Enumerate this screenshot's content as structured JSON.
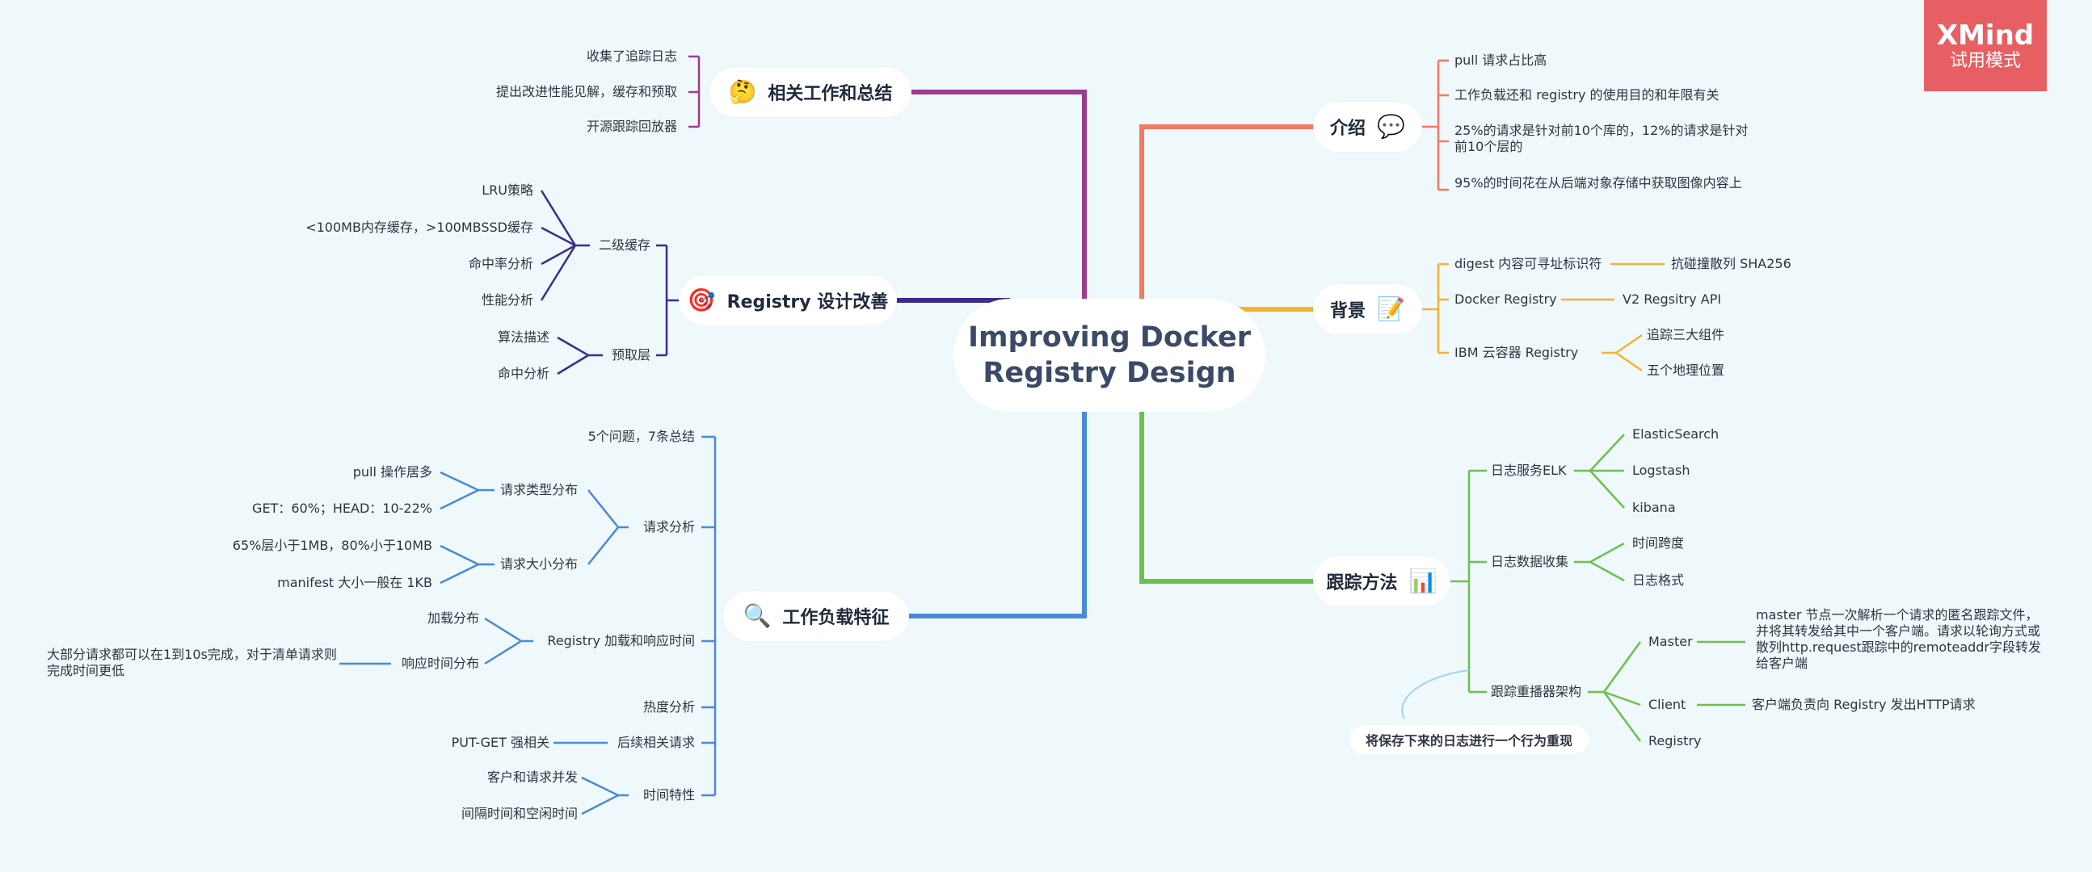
{
  "center": {
    "line1": "Improving Docker",
    "line2": "Registry Design"
  },
  "badge": {
    "brand": "XMind",
    "mode": "试用模式"
  },
  "branches": {
    "intro": {
      "label": "介绍",
      "icon": "💬",
      "color": "#f07a62",
      "items": [
        "pull 请求占比高",
        "工作负载还和 registry 的使用目的和年限有关",
        "25%的请求是针对前10个库的，12%的请求是针对前10个层的",
        "95%的时间花在从后端对象存储中获取图像内容上"
      ]
    },
    "background": {
      "label": "背景",
      "icon": "📝",
      "color": "#f6b22f",
      "items": [
        {
          "label": "digest 内容可寻址标识符",
          "children": [
            "抗碰撞散列 SHA256"
          ]
        },
        {
          "label": "Docker Registry",
          "children": [
            "V2 Regsitry API"
          ]
        },
        {
          "label": "IBM 云容器 Registry",
          "children": [
            "追踪三大组件",
            "五个地理位置"
          ]
        }
      ]
    },
    "trace": {
      "label": "跟踪方法",
      "icon": "📊",
      "color": "#6cc14d",
      "items": [
        {
          "label": "日志服务ELK",
          "children": [
            "ElasticSearch",
            "Logstash",
            "kibana"
          ]
        },
        {
          "label": "日志数据收集",
          "children": [
            "时间跨度",
            "日志格式"
          ]
        },
        {
          "label": "跟踪重播器架构",
          "children": [
            {
              "label": "Master",
              "detail": "master 节点一次解析一个请求的匿名跟踪文件，并将其转发给其中一个客户端。请求以轮询方式或散列http.request跟踪中的remoteaddr字段转发给客户端"
            },
            {
              "label": "Client",
              "detail": "客户端负责向 Registry 发出HTTP请求"
            },
            {
              "label": "Registry",
              "detail": ""
            }
          ]
        }
      ],
      "note": "将保存下来的日志进行一个行为重现"
    },
    "related": {
      "label": "相关工作和总结",
      "icon": "🤔",
      "color": "#9b3d8f",
      "items": [
        "收集了追踪日志",
        "提出改进性能见解，缓存和预取",
        "开源跟踪回放器"
      ]
    },
    "design": {
      "label": "Registry 设计改善",
      "icon": "🎯",
      "color": "#3a2d8c",
      "items": [
        {
          "label": "二级缓存",
          "children": [
            "LRU策略",
            "<100MB内存缓存，>100MBSSD缓存",
            "命中率分析",
            "性能分析"
          ]
        },
        {
          "label": "预取层",
          "children": [
            "算法描述",
            "命中分析"
          ]
        }
      ]
    },
    "workload": {
      "label": "工作负载特征",
      "icon": "🔍",
      "color": "#4a8ad6",
      "items": [
        {
          "label": "5个问题，7条总结",
          "children": []
        },
        {
          "label": "请求分析",
          "children": [
            {
              "label": "请求类型分布",
              "children": [
                "pull 操作居多",
                "GET：60%；HEAD：10-22%"
              ]
            },
            {
              "label": "请求大小分布",
              "children": [
                "65%层小于1MB，80%小于10MB",
                "manifest 大小一般在 1KB"
              ]
            }
          ]
        },
        {
          "label": "Registry 加载和响应时间",
          "children": [
            {
              "label": "加载分布",
              "children": []
            },
            {
              "label": "响应时间分布",
              "children": [
                "大部分请求都可以在1到10s完成，对于清单请求则完成时间更低"
              ]
            }
          ]
        },
        {
          "label": "热度分析",
          "children": []
        },
        {
          "label": "后续相关请求",
          "children": [
            {
              "label": "PUT-GET 强相关",
              "children": []
            }
          ]
        },
        {
          "label": "时间特性",
          "children": [
            "客户和请求并发",
            "间隔时间和空闲时间"
          ]
        }
      ]
    }
  }
}
